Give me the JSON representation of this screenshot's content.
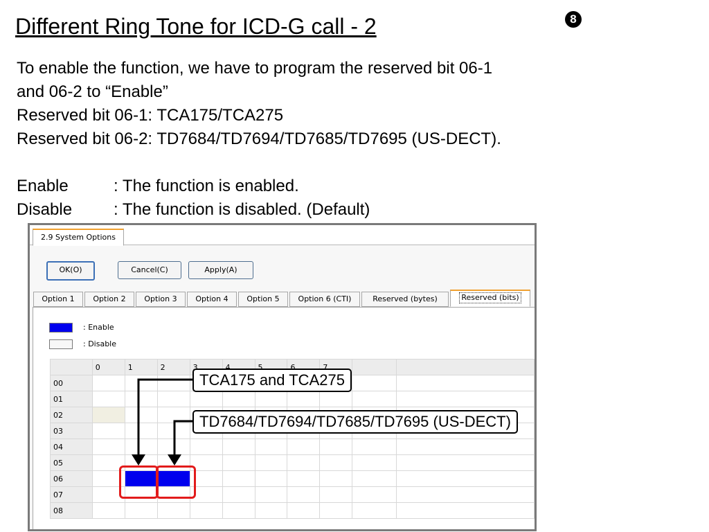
{
  "slide": {
    "title": "Different Ring Tone for ICD-G call  - 2",
    "number_symbol": "8",
    "lines": [
      "To enable the function, we have to program the reserved bit 06-1",
      "and 06-2 to “Enable”",
      "Reserved bit 06-1: TCA175/TCA275",
      "Reserved bit 06-2: TD7684/TD7694/TD7685/TD7695 (US-DECT)."
    ],
    "definitions": [
      {
        "term": "Enable",
        "desc": ": The function is enabled."
      },
      {
        "term": "Disable",
        "desc": ": The function is disabled. (Default)"
      }
    ]
  },
  "window": {
    "main_tab": "2.9 System Options",
    "buttons": {
      "ok": "OK(O)",
      "cancel": "Cancel(C)",
      "apply": "Apply(A)"
    },
    "tabs": [
      "Option 1",
      "Option 2",
      "Option 3",
      "Option 4",
      "Option 5",
      "Option 6 (CTI)",
      "Reserved (bytes)",
      "Reserved (bits)"
    ],
    "active_tab": "Reserved (bits)",
    "legend": {
      "enable": ": Enable",
      "disable": ": Disable",
      "enable_color": "#0000ee"
    },
    "grid": {
      "column_headers": [
        "0",
        "1",
        "2",
        "3",
        "4",
        "5",
        "6",
        "7"
      ],
      "row_headers": [
        "00",
        "01",
        "02",
        "03",
        "04",
        "05",
        "06",
        "07",
        "08"
      ],
      "enabled_cells": [
        "06-1",
        "06-2"
      ]
    }
  },
  "callouts": {
    "tca": "TCA175 and TCA275",
    "td": "TD7684/TD7694/TD7685/TD7695 (US-DECT)"
  },
  "colors": {
    "highlight_border": "#e21b1b",
    "tab_accent": "#f0a030"
  }
}
